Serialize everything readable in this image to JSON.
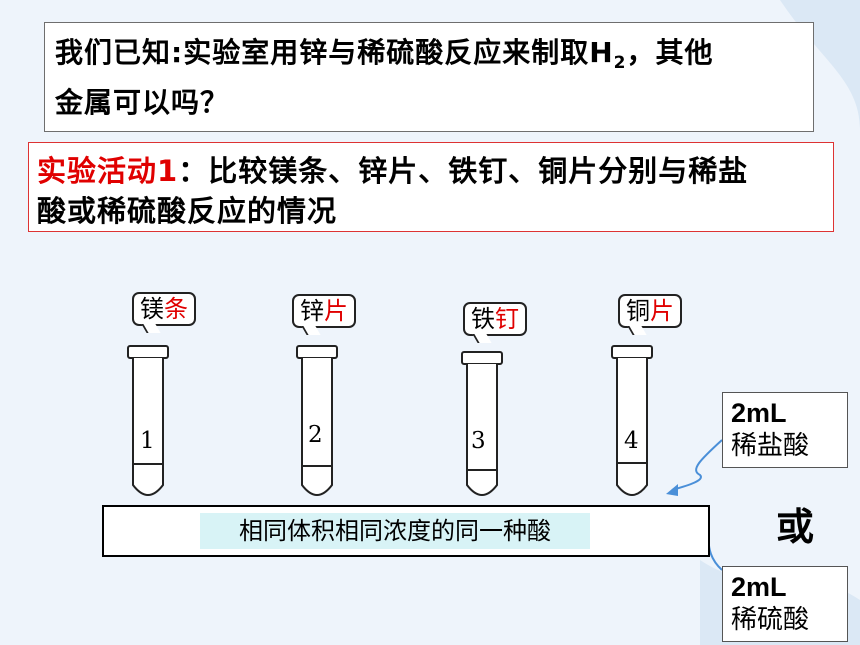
{
  "question": {
    "line1_pre": "我们已知:实验室用锌与稀硫酸反应来制取H",
    "line1_sub": "2",
    "line1_post": "，其他",
    "line2": "金属可以吗？"
  },
  "activity": {
    "title": "实验活动1",
    "text_line1": "：比较镁条、锌片、铁钉、铜片分别与稀盐",
    "text_line2": "酸或稀硫酸反应的情况"
  },
  "labels": [
    {
      "black": "镁",
      "red": "条"
    },
    {
      "black": "锌",
      "red": "片"
    },
    {
      "black": "铁",
      "red": "钉"
    },
    {
      "black": "铜",
      "red": "片"
    }
  ],
  "tubes": [
    "1",
    "2",
    "3",
    "4"
  ],
  "acid_label": "相同体积相同浓度的同一种酸",
  "hcl": {
    "volume": "2mL",
    "name": "稀盐酸"
  },
  "or_text": "或",
  "h2so4": {
    "volume": "2mL",
    "name": "稀硫酸"
  },
  "colors": {
    "accent_red": "#e00000",
    "acid_fill": "#d8f3f6",
    "arrow_blue": "#4a8fd8"
  }
}
